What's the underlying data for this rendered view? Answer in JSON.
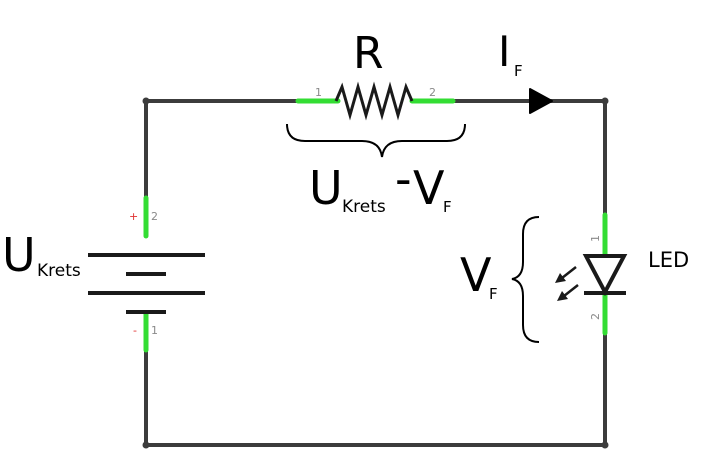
{
  "labels": {
    "resistor": "R",
    "current_main": "I",
    "current_sub": "F",
    "drop_main_u": "U",
    "drop_sub_krets": "Krets",
    "drop_dash": "-",
    "drop_main_v": "V",
    "drop_sub_f": "F",
    "source_main": "U",
    "source_sub": "Krets",
    "vf_main": "V",
    "vf_sub": "F",
    "led": "LED"
  },
  "pins": {
    "resistor_left": "1",
    "resistor_right": "2",
    "battery_top": "2",
    "battery_bottom": "1",
    "led_top": "1",
    "led_bottom": "2"
  },
  "polarity": {
    "plus": "+",
    "minus": "-"
  },
  "colors": {
    "wire": "#3c3c3c",
    "highlight": "#33dd33",
    "plus": "#e03030",
    "minus": "#e03030",
    "pin_text": "#8a8a8a"
  }
}
